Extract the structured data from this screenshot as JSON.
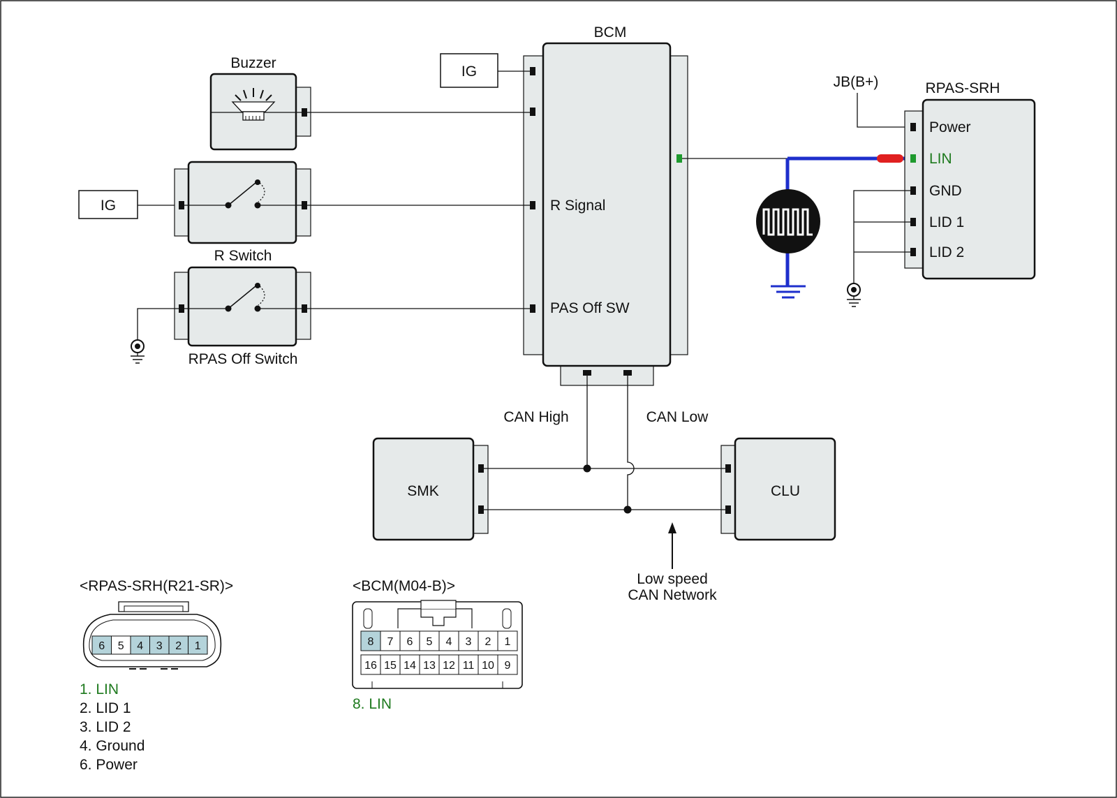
{
  "labels": {
    "bcm": "BCM",
    "ig_top": "IG",
    "ig_left": "IG",
    "buzzer": "Buzzer",
    "r_switch": "R Switch",
    "rpas_off_switch": "RPAS Off Switch",
    "r_signal": "R Signal",
    "pas_off_sw": "PAS Off SW",
    "jb": "JB(B+)",
    "rpas_srh": "RPAS-SRH",
    "can_high": "CAN High",
    "can_low": "CAN Low",
    "smk": "SMK",
    "clu": "CLU",
    "low_speed_line1": "Low speed",
    "low_speed_line2": "CAN Network"
  },
  "rpas_pins": [
    "Power",
    "LIN",
    "GND",
    "LID 1",
    "LID 2"
  ],
  "connector_rpas": {
    "title": "<RPAS-SRH(R21-SR)>",
    "pins": [
      "6",
      "5",
      "4",
      "3",
      "2",
      "1"
    ],
    "legend": [
      "1. LIN",
      "2. LID 1",
      "3. LID 2",
      "4. Ground",
      "6. Power"
    ]
  },
  "connector_bcm": {
    "title": "<BCM(M04-B)>",
    "row1": [
      "8",
      "7",
      "6",
      "5",
      "4",
      "3",
      "2",
      "1"
    ],
    "row2": [
      "16",
      "15",
      "14",
      "13",
      "12",
      "11",
      "10",
      "9"
    ],
    "legend": [
      "8. LIN"
    ]
  },
  "colors": {
    "lin_text": "#1e7a1e",
    "lin_wire": "#1e2fcc",
    "lin_probe": "#e02020",
    "highlight_pin": "#b4d3da",
    "box_fill": "#e6eaea"
  }
}
